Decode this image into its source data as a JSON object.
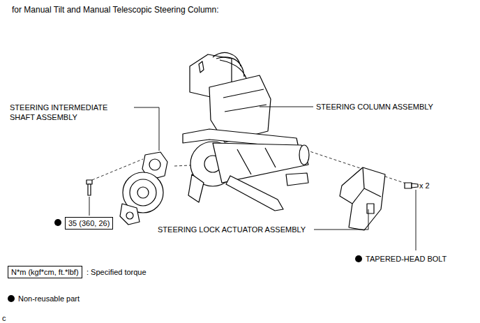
{
  "diagram": {
    "title": "for Manual Tilt and Manual Telescopic Steering Column:",
    "nodes": [
      {
        "text": [
          "35 (360, 26)"
        ]
      },
      {
        "text": [
          "N*m (kgf*cm, ft.*lbf)"
        ]
      }
    ],
    "edges": [],
    "labels": [
      "STEERING INTERMEDIATE SHAFT ASSEMBLY",
      "STEERING COLUMN ASSEMBLY",
      "x 2",
      "STEERING LOCK ACTUATOR ASSEMBLY",
      "TAPERED-HEAD BOLT",
      "c"
    ],
    "legend": [
      {
        "text": ": Specified torque"
      },
      {
        "text": "Non-reusable part",
        "color": "#000000"
      }
    ]
  }
}
